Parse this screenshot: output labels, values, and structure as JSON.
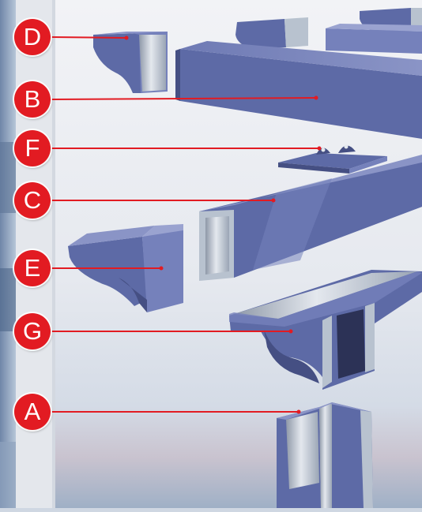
{
  "diagram": {
    "colors": {
      "part_fill": "#5d6aa6",
      "part_side": "#7581bb",
      "part_dark": "#454f83",
      "metal": "#b8c2cf",
      "leader_line": "#e21b22",
      "callout_fill": "#e21b22",
      "callout_text": "#ffffff"
    },
    "callouts": [
      {
        "id": "D",
        "label": "D"
      },
      {
        "id": "B",
        "label": "B"
      },
      {
        "id": "F",
        "label": "F"
      },
      {
        "id": "C",
        "label": "C"
      },
      {
        "id": "E",
        "label": "E"
      },
      {
        "id": "G",
        "label": "G"
      },
      {
        "id": "A",
        "label": "A"
      }
    ]
  }
}
